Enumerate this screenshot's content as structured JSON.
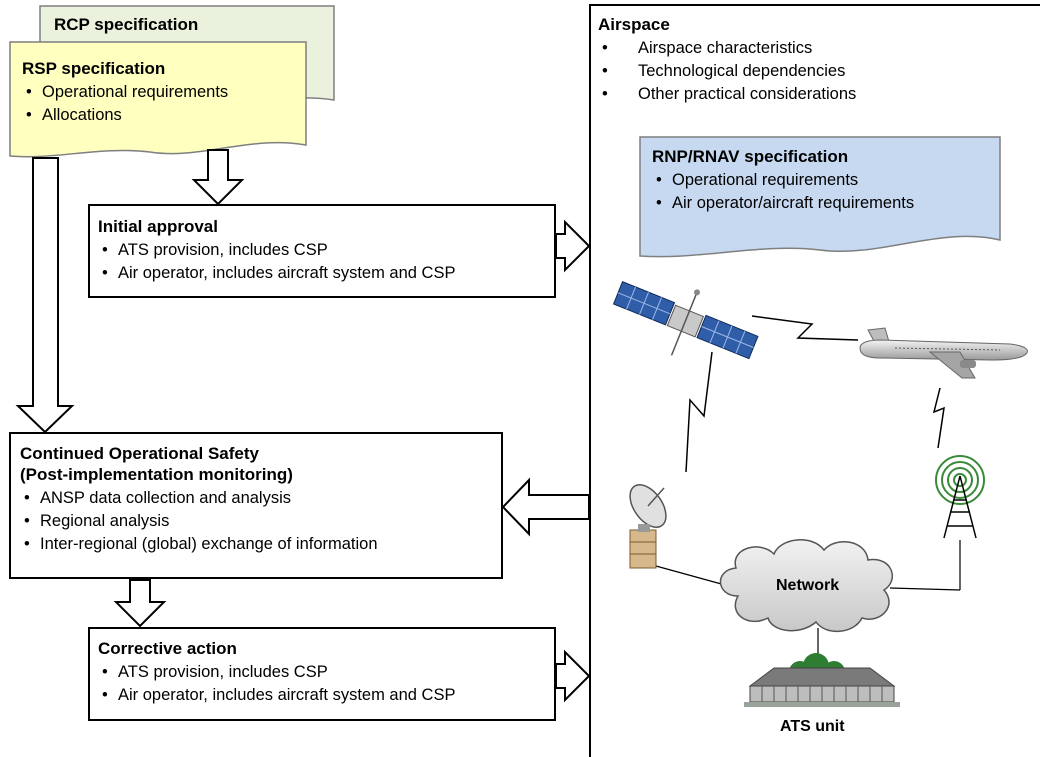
{
  "rcp_spec": {
    "title": "RCP specification"
  },
  "rsp_spec": {
    "title": "RSP specification",
    "items": [
      "Operational requirements",
      "Allocations"
    ]
  },
  "initial_approval": {
    "title": "Initial approval",
    "items": [
      "ATS provision, includes CSP",
      "Air operator, includes aircraft system and CSP"
    ]
  },
  "continued_safety": {
    "title": "Continued Operational Safety",
    "subtitle": "(Post-implementation monitoring)",
    "items": [
      "ANSP data collection and analysis",
      "Regional analysis",
      "Inter-regional (global) exchange of information"
    ]
  },
  "corrective_action": {
    "title": "Corrective action",
    "items": [
      "ATS provision, includes CSP",
      "Air operator, includes aircraft system and CSP"
    ]
  },
  "airspace": {
    "title": "Airspace",
    "items": [
      "Airspace characteristics",
      "Technological dependencies",
      "Other practical considerations"
    ]
  },
  "rnp_spec": {
    "title": "RNP/RNAV specification",
    "items": [
      "Operational requirements",
      "Air operator/aircraft requirements"
    ]
  },
  "network": {
    "label": "Network"
  },
  "ats_unit": {
    "label": "ATS unit"
  },
  "colors": {
    "rcp_fill": "#eaf1dd",
    "rsp_fill": "#ffffc0",
    "rnp_fill": "#c6d9f1",
    "satellite_panel": "#2f5da8",
    "tower": "#3a8a3a",
    "building_roof": "#7a7a7a",
    "trees": "#2e7d32"
  }
}
